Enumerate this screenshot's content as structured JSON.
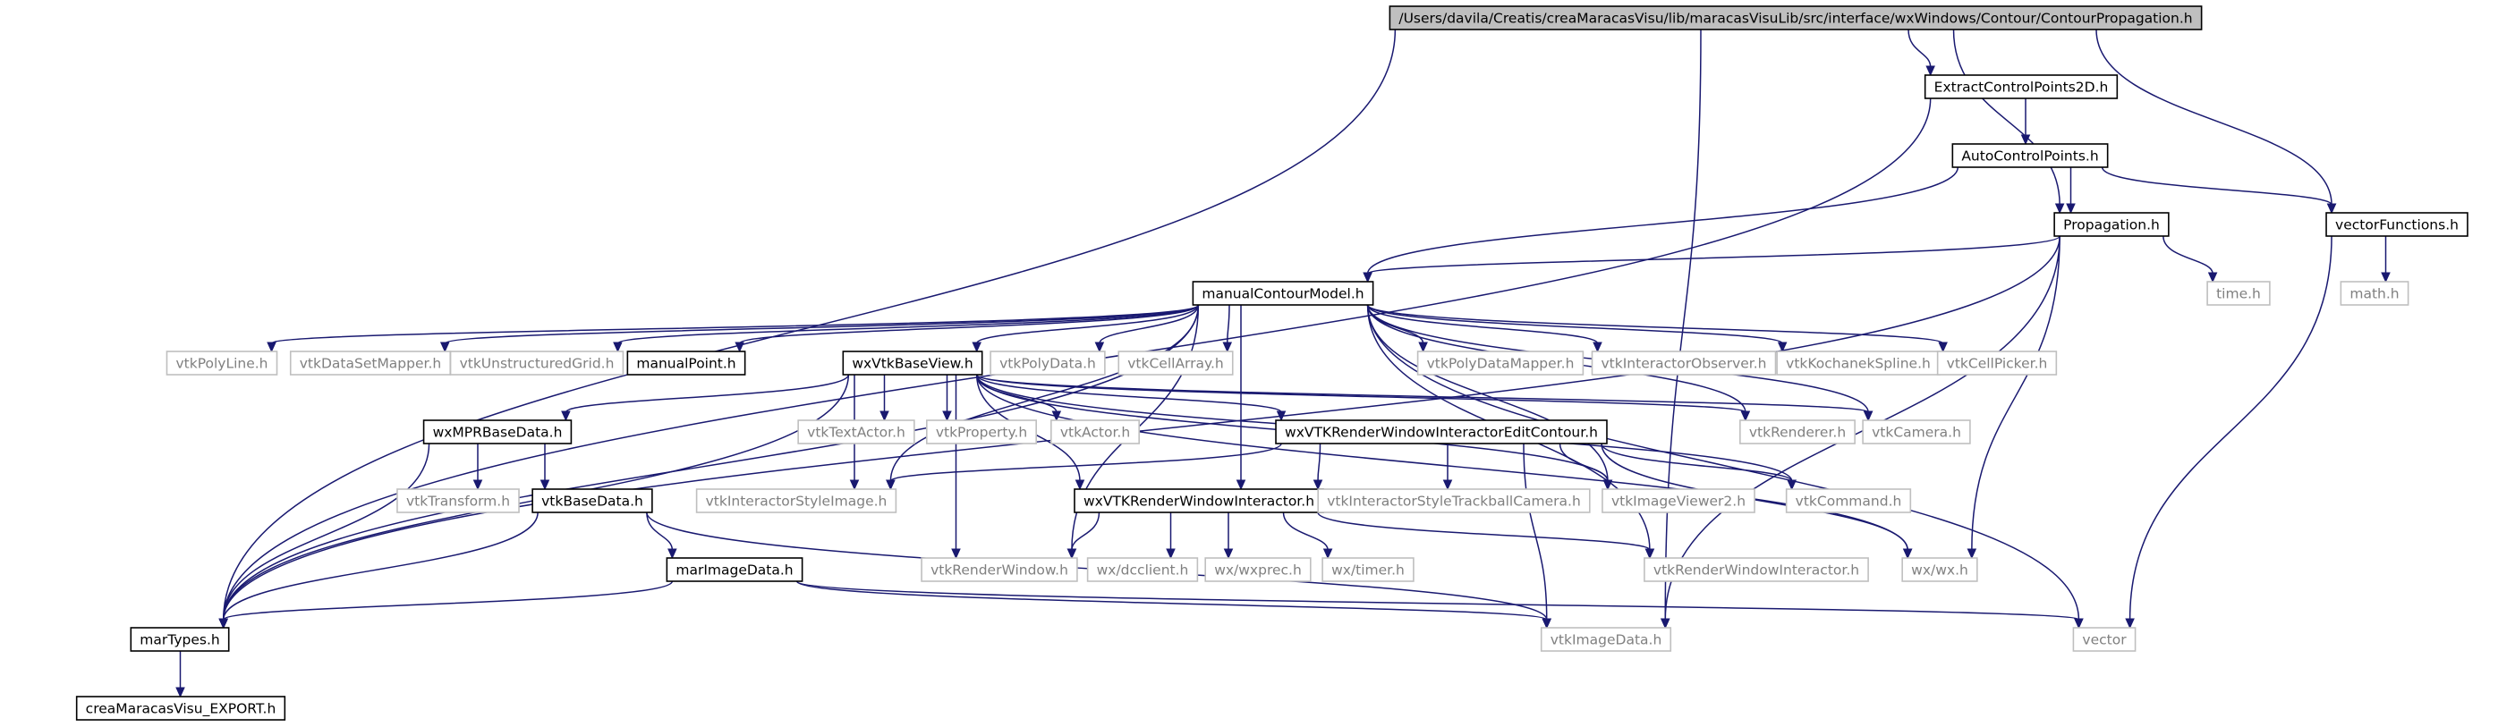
{
  "colors": {
    "edge": "#191970",
    "root_fill": "#bfbfbf",
    "internal_border": "#000000",
    "external_border": "#bfbfbf",
    "external_text": "#808080",
    "internal_text": "#000000",
    "background": "#ffffff"
  },
  "nodes": [
    {
      "id": "root",
      "label": "/Users/davila/Creatis/creaMaracasVisu/lib/maracasVisuLib/src/interface/wxWindows/Contour/ContourPropagation.h",
      "kind": "root"
    },
    {
      "id": "extract",
      "label": "ExtractControlPoints2D.h",
      "kind": "internal"
    },
    {
      "id": "auto",
      "label": "AutoControlPoints.h",
      "kind": "internal"
    },
    {
      "id": "prop",
      "label": "Propagation.h",
      "kind": "internal"
    },
    {
      "id": "vecfn",
      "label": "vectorFunctions.h",
      "kind": "internal"
    },
    {
      "id": "time",
      "label": "time.h",
      "kind": "external"
    },
    {
      "id": "math",
      "label": "math.h",
      "kind": "external"
    },
    {
      "id": "mcm",
      "label": "manualContourModel.h",
      "kind": "internal"
    },
    {
      "id": "vtkPolyLine",
      "label": "vtkPolyLine.h",
      "kind": "external"
    },
    {
      "id": "vtkDataSetMapper",
      "label": "vtkDataSetMapper.h",
      "kind": "external"
    },
    {
      "id": "vtkUnstructuredGrid",
      "label": "vtkUnstructuredGrid.h",
      "kind": "external"
    },
    {
      "id": "manualPoint",
      "label": "manualPoint.h",
      "kind": "internal"
    },
    {
      "id": "wxVtkBaseView",
      "label": "wxVtkBaseView.h",
      "kind": "internal"
    },
    {
      "id": "vtkPolyData",
      "label": "vtkPolyData.h",
      "kind": "external"
    },
    {
      "id": "vtkCellArray",
      "label": "vtkCellArray.h",
      "kind": "external"
    },
    {
      "id": "vtkPolyDataMapper",
      "label": "vtkPolyDataMapper.h",
      "kind": "external"
    },
    {
      "id": "vtkInteractorObserver",
      "label": "vtkInteractorObserver.h",
      "kind": "external"
    },
    {
      "id": "vtkKochanekSpline",
      "label": "vtkKochanekSpline.h",
      "kind": "external"
    },
    {
      "id": "vtkCellPicker",
      "label": "vtkCellPicker.h",
      "kind": "external"
    },
    {
      "id": "wxMPRBaseData",
      "label": "wxMPRBaseData.h",
      "kind": "internal"
    },
    {
      "id": "vtkTextActor",
      "label": "vtkTextActor.h",
      "kind": "external"
    },
    {
      "id": "vtkProperty",
      "label": "vtkProperty.h",
      "kind": "external"
    },
    {
      "id": "vtkActor",
      "label": "vtkActor.h",
      "kind": "external"
    },
    {
      "id": "wxVTKRWIEC",
      "label": "wxVTKRenderWindowInteractorEditContour.h",
      "kind": "internal"
    },
    {
      "id": "vtkRenderer",
      "label": "vtkRenderer.h",
      "kind": "external"
    },
    {
      "id": "vtkCamera",
      "label": "vtkCamera.h",
      "kind": "external"
    },
    {
      "id": "vtkTransform",
      "label": "vtkTransform.h",
      "kind": "external"
    },
    {
      "id": "vtkBaseData",
      "label": "vtkBaseData.h",
      "kind": "internal"
    },
    {
      "id": "vtkInteractorStyleImage",
      "label": "vtkInteractorStyleImage.h",
      "kind": "external"
    },
    {
      "id": "wxVTKRWI",
      "label": "wxVTKRenderWindowInteractor.h",
      "kind": "internal"
    },
    {
      "id": "vtkISTC",
      "label": "vtkInteractorStyleTrackballCamera.h",
      "kind": "external"
    },
    {
      "id": "vtkImageViewer2",
      "label": "vtkImageViewer2.h",
      "kind": "external"
    },
    {
      "id": "vtkCommand",
      "label": "vtkCommand.h",
      "kind": "external"
    },
    {
      "id": "marImageData",
      "label": "marImageData.h",
      "kind": "internal"
    },
    {
      "id": "vtkRenderWindow",
      "label": "vtkRenderWindow.h",
      "kind": "external"
    },
    {
      "id": "wxdcclient",
      "label": "wx/dcclient.h",
      "kind": "external"
    },
    {
      "id": "wxprec",
      "label": "wx/wxprec.h",
      "kind": "external"
    },
    {
      "id": "wxtimer",
      "label": "wx/timer.h",
      "kind": "external"
    },
    {
      "id": "vtkRWI",
      "label": "vtkRenderWindowInteractor.h",
      "kind": "external"
    },
    {
      "id": "wxwx",
      "label": "wx/wx.h",
      "kind": "external"
    },
    {
      "id": "marTypes",
      "label": "marTypes.h",
      "kind": "internal"
    },
    {
      "id": "vtkImageData",
      "label": "vtkImageData.h",
      "kind": "external"
    },
    {
      "id": "vector",
      "label": "vector",
      "kind": "external"
    },
    {
      "id": "export",
      "label": "creaMaracasVisu_EXPORT.h",
      "kind": "internal"
    }
  ],
  "edges": [
    [
      "root",
      "extract"
    ],
    [
      "root",
      "prop"
    ],
    [
      "root",
      "vecfn"
    ],
    [
      "root",
      "marTypes"
    ],
    [
      "root",
      "vtkImageData"
    ],
    [
      "extract",
      "auto"
    ],
    [
      "extract",
      "marTypes"
    ],
    [
      "auto",
      "prop"
    ],
    [
      "auto",
      "vecfn"
    ],
    [
      "auto",
      "mcm"
    ],
    [
      "vecfn",
      "math"
    ],
    [
      "vecfn",
      "vector"
    ],
    [
      "prop",
      "time"
    ],
    [
      "prop",
      "mcm"
    ],
    [
      "prop",
      "marTypes"
    ],
    [
      "prop",
      "wxwx"
    ],
    [
      "prop",
      "vtkImageData"
    ],
    [
      "mcm",
      "vtkPolyLine"
    ],
    [
      "mcm",
      "vtkDataSetMapper"
    ],
    [
      "mcm",
      "vtkUnstructuredGrid"
    ],
    [
      "mcm",
      "manualPoint"
    ],
    [
      "mcm",
      "wxVtkBaseView"
    ],
    [
      "mcm",
      "vtkPolyData"
    ],
    [
      "mcm",
      "vtkCellArray"
    ],
    [
      "mcm",
      "vtkPolyDataMapper"
    ],
    [
      "mcm",
      "vtkInteractorObserver"
    ],
    [
      "mcm",
      "vtkKochanekSpline"
    ],
    [
      "mcm",
      "vtkCellPicker"
    ],
    [
      "mcm",
      "marTypes"
    ],
    [
      "mcm",
      "vtkInteractorStyleImage"
    ],
    [
      "mcm",
      "vtkRenderWindow"
    ],
    [
      "mcm",
      "wxVTKRWI"
    ],
    [
      "mcm",
      "vtkRenderer"
    ],
    [
      "mcm",
      "vtkCamera"
    ],
    [
      "mcm",
      "vtkImageViewer2"
    ],
    [
      "mcm",
      "vtkRWI"
    ],
    [
      "mcm",
      "vector"
    ],
    [
      "wxVtkBaseView",
      "wxMPRBaseData"
    ],
    [
      "wxVtkBaseView",
      "vtkTextActor"
    ],
    [
      "wxVtkBaseView",
      "vtkProperty"
    ],
    [
      "wxVtkBaseView",
      "vtkActor"
    ],
    [
      "wxVtkBaseView",
      "wxVTKRWIEC"
    ],
    [
      "wxVtkBaseView",
      "vtkRenderer"
    ],
    [
      "wxVtkBaseView",
      "vtkCamera"
    ],
    [
      "wxVtkBaseView",
      "vtkInteractorStyleImage"
    ],
    [
      "wxVtkBaseView",
      "wxVTKRWI"
    ],
    [
      "wxVtkBaseView",
      "vtkRenderWindow"
    ],
    [
      "wxVtkBaseView",
      "vtkImageViewer2"
    ],
    [
      "wxVtkBaseView",
      "vtkCommand"
    ],
    [
      "wxVtkBaseView",
      "wxwx"
    ],
    [
      "wxVtkBaseView",
      "marTypes"
    ],
    [
      "wxMPRBaseData",
      "vtkTransform"
    ],
    [
      "wxMPRBaseData",
      "vtkBaseData"
    ],
    [
      "wxMPRBaseData",
      "marTypes"
    ],
    [
      "vtkBaseData",
      "marImageData"
    ],
    [
      "vtkBaseData",
      "marTypes"
    ],
    [
      "vtkBaseData",
      "vtkImageData"
    ],
    [
      "wxVTKRWIEC",
      "vtkInteractorStyleImage"
    ],
    [
      "wxVTKRWIEC",
      "wxVTKRWI"
    ],
    [
      "wxVTKRWIEC",
      "vtkISTC"
    ],
    [
      "wxVTKRWIEC",
      "vtkImageViewer2"
    ],
    [
      "wxVTKRWIEC",
      "vtkCommand"
    ],
    [
      "wxVTKRWIEC",
      "vtkImageData"
    ],
    [
      "wxVTKRWIEC",
      "wxwx"
    ],
    [
      "wxVTKRWI",
      "vtkRenderWindow"
    ],
    [
      "wxVTKRWI",
      "wxdcclient"
    ],
    [
      "wxVTKRWI",
      "wxprec"
    ],
    [
      "wxVTKRWI",
      "wxtimer"
    ],
    [
      "wxVTKRWI",
      "vtkRWI"
    ],
    [
      "marImageData",
      "marTypes"
    ],
    [
      "marImageData",
      "vtkImageData"
    ],
    [
      "marImageData",
      "vector"
    ],
    [
      "marTypes",
      "export"
    ]
  ]
}
